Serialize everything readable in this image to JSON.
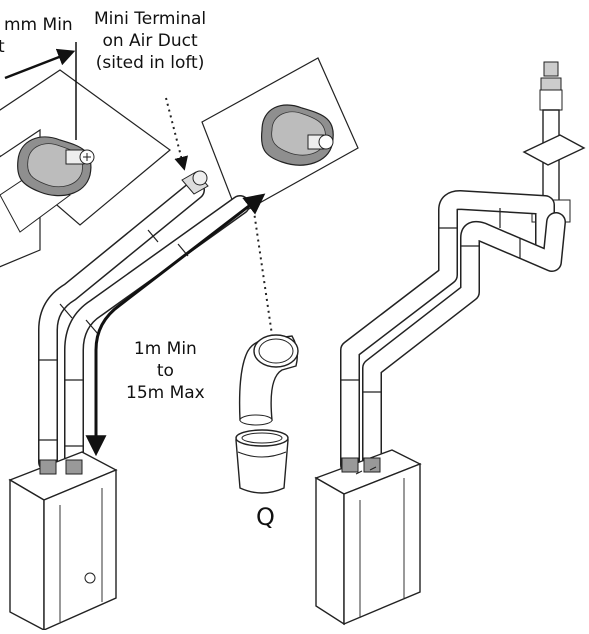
{
  "labels": {
    "cropped_top_left_line1": "mm Min",
    "cropped_top_left_line2": "t",
    "mini_terminal_line1": "Mini Terminal",
    "mini_terminal_line2": "on Air Duct",
    "mini_terminal_line3": "(sited in loft)",
    "range_line1": "1m Min",
    "range_line2": "to",
    "range_line3": "15m Max",
    "component_letter": "Q"
  },
  "colors": {
    "line": "#1a1a1a",
    "pipe_fill": "#ffffff",
    "terminal_fill": "#9a9a9a",
    "arrow": "#111111"
  }
}
